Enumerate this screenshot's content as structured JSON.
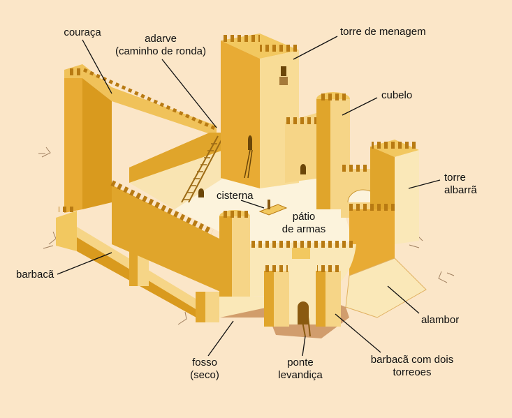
{
  "colors": {
    "background": "#fbe6c8",
    "wall_dark": "#d99a1e",
    "wall_mid": "#eab33f",
    "wall_light": "#f6d587",
    "wall_pale": "#fae8b8",
    "courtyard": "#fcf3dc",
    "moat": "#c98f5d",
    "outline": "#8a5a10"
  },
  "labels": {
    "couraca": "couraça",
    "adarve_line1": "adarve",
    "adarve_line2": "(caminho de ronda)",
    "torre_menagem": "torre de menagem",
    "cubelo": "cubelo",
    "torre_albarra_line1": "torre",
    "torre_albarra_line2": "albarrã",
    "cisterna": "cisterna",
    "patio_line1": "pátio",
    "patio_line2": "de armas",
    "barbaca": "barbacã",
    "alambor": "alambor",
    "fosso_line1": "fosso",
    "fosso_line2": "(seco)",
    "ponte_line1": "ponte",
    "ponte_line2": "levandiça",
    "barbaca_torreoes_line1": "barbacã com dois",
    "barbaca_torreoes_line2": "torreoes"
  }
}
